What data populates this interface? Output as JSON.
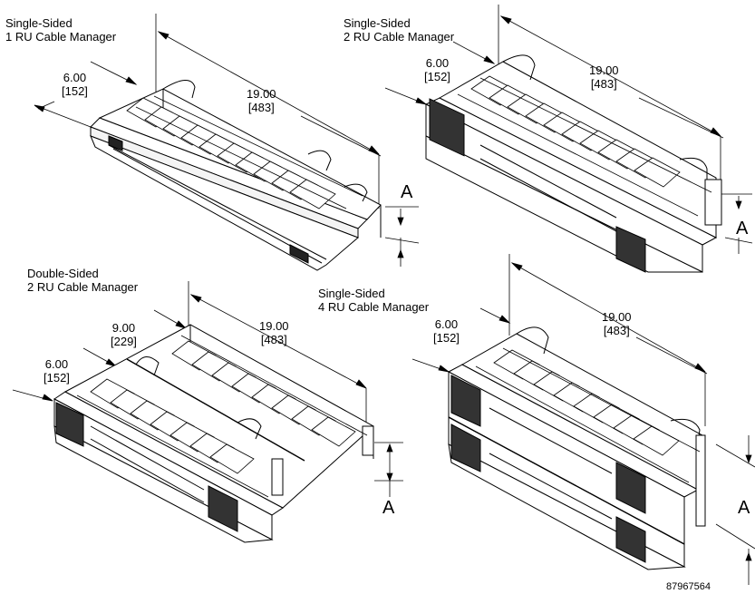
{
  "views": [
    {
      "id": "v1",
      "title_line1": "Single-Sided",
      "title_line2": "1 RU Cable Manager",
      "dims": [
        {
          "value": "6.00",
          "metric": "[152]"
        },
        {
          "value": "19.00",
          "metric": "[483]"
        }
      ],
      "height_label": "A"
    },
    {
      "id": "v2",
      "title_line1": "Single-Sided",
      "title_line2": "2 RU Cable Manager",
      "dims": [
        {
          "value": "6.00",
          "metric": "[152]"
        },
        {
          "value": "19.00",
          "metric": "[483]"
        }
      ],
      "height_label": "A"
    },
    {
      "id": "v3",
      "title_line1": "Double-Sided",
      "title_line2": "2 RU Cable Manager",
      "dims": [
        {
          "value": "6.00",
          "metric": "[152]"
        },
        {
          "value": "9.00",
          "metric": "[229]"
        },
        {
          "value": "19.00",
          "metric": "[483]"
        }
      ],
      "height_label": "A"
    },
    {
      "id": "v4",
      "title_line1": "Single-Sided",
      "title_line2": "4 RU Cable Manager",
      "dims": [
        {
          "value": "6.00",
          "metric": "[152]"
        },
        {
          "value": "19.00",
          "metric": "[483]"
        }
      ],
      "height_label": "A"
    }
  ],
  "part_number": "87967564"
}
